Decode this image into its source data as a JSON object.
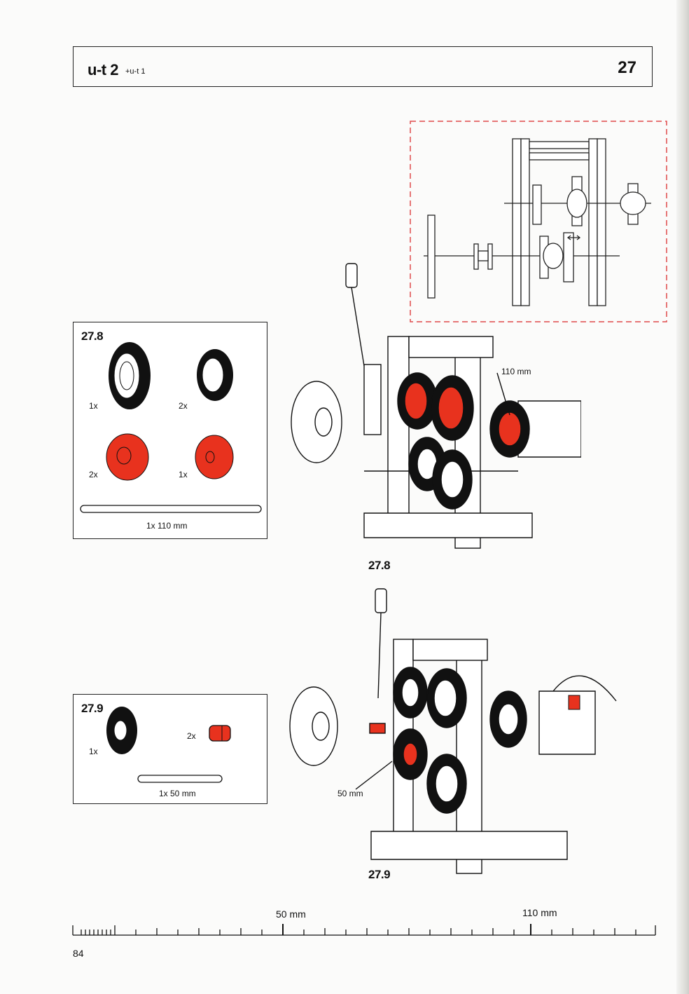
{
  "header": {
    "title": "u-t 2",
    "subtitle": "+u-t 1",
    "page_number": "27"
  },
  "step_278": {
    "id": "27.8",
    "parts": {
      "gear_large_qty": "1x",
      "gear_medium_qty": "2x",
      "hub_red_large_qty": "2x",
      "hub_red_small_qty": "1x",
      "axle_qty": "1x 110 mm"
    },
    "callout": "110 mm",
    "caption": "27.8"
  },
  "step_279": {
    "id": "27.9",
    "parts": {
      "gear_small_qty": "1x",
      "bushing_red_qty": "2x",
      "axle_qty": "1x 50 mm"
    },
    "callout": "50 mm",
    "caption": "27.9"
  },
  "ruler": {
    "label_50": "50 mm",
    "label_110": "110 mm"
  },
  "footer": {
    "page": "84"
  },
  "colors": {
    "accent_red": "#e8321e",
    "frame_dash": "#e04a4a",
    "ink": "#111111"
  }
}
